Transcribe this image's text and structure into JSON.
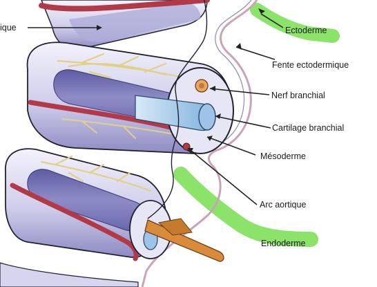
{
  "labels": {
    "left_cut": "ique",
    "ectoderme": "Ectoderme",
    "fente": "Fente ectodermique",
    "nerf": "Nerf branchial",
    "cartilage": "Cartilage branchial",
    "mesoderme": "Mésoderme",
    "arc": "Arc aortique",
    "endoderme": "Endoderme"
  },
  "colors": {
    "highlight": "#7fe05a",
    "tissue_light": "#e8e8f6",
    "tissue_mid": "#b9b8dc",
    "tissue_dark": "#8583bc",
    "artery": "#b23a48",
    "nerve": "#e2d089",
    "cartilage": "#9dc3e6",
    "ectoderm_line": "#c9a3b8",
    "outline": "#1f2030",
    "pointer": "#222222"
  }
}
